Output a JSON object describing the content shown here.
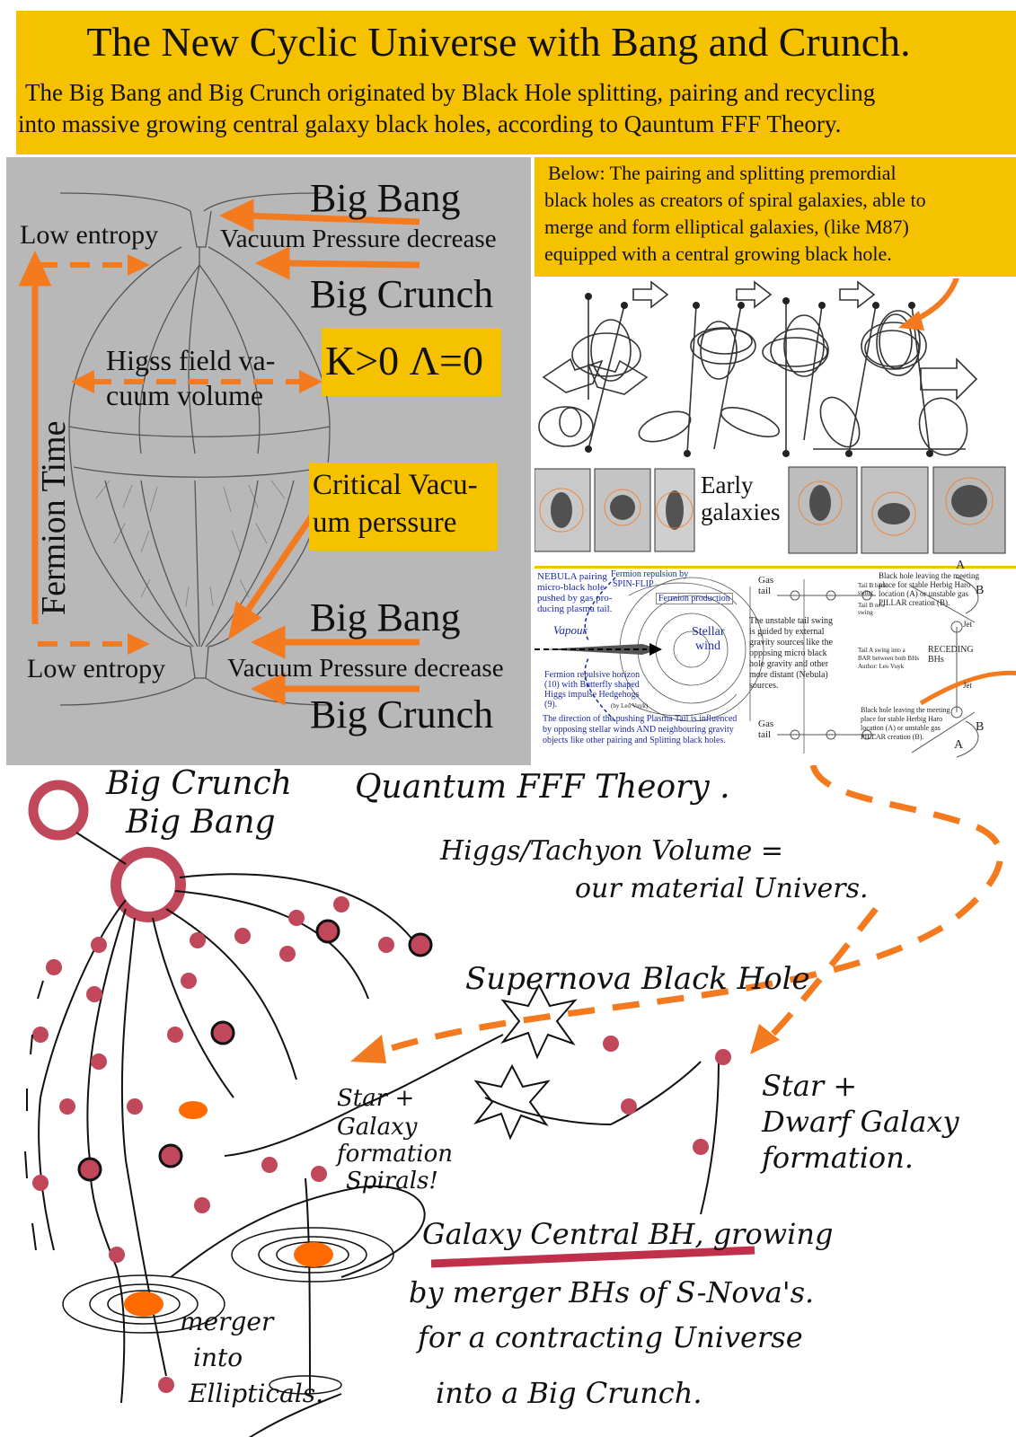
{
  "header": {
    "title": "The New Cyclic Universe with Bang and Crunch.",
    "subtitle_line1": "The Big Bang and Big Crunch originated by Black Hole splitting, pairing and recycling",
    "subtitle_line2": "into massive growing central galaxy black holes, according to Qauntum FFF Theory."
  },
  "left_panel": {
    "big_bang_top": "Big Bang",
    "low_entropy_top": "Low entropy",
    "vacuum_top": "Vacuum Pressure decrease",
    "big_crunch_top": "Big Crunch",
    "higgs_line1": "Higss field va-",
    "higgs_line2": "cuum volume",
    "k_label": "K>0 Λ=0",
    "fermion_time": "Fermion Time",
    "critical_line1": "Critical Vacu-",
    "critical_line2": "um perssure",
    "big_bang_bottom": "Big Bang",
    "low_entropy_bottom": "Low entropy",
    "vacuum_bottom": "Vacuum Pressure decrease",
    "big_crunch_bottom": "Big Crunch"
  },
  "right_top": {
    "below_line1": "Below: The pairing and splitting premordial",
    "below_line2": "black holes as creators of spiral galaxies, able to",
    "below_line3": "merge and form elliptical galaxies, (like M87)",
    "below_line4": "equipped with a central growing black hole.",
    "early_line1": "Early",
    "early_line2": "galaxies"
  },
  "right_bottom": {
    "nebula_1": "NEBULA pairing",
    "nebula_2": "micro-black hole",
    "nebula_3": "pushed by gas pro-",
    "nebula_4": "ducing plasma tail.",
    "fermion_rep_1": "Fermion repulsion by",
    "fermion_rep_2": "SPIN-FLIP",
    "fermion_prod": "Fermion production",
    "vapour": "Vapour",
    "stellar_1": "Stellar",
    "stellar_2": "wind",
    "horizon_1": "Fermion repulsive horizon",
    "horizon_2": "(10) with Butterfly shaped",
    "horizon_3": "Higgs impulse Hedgehogs",
    "horizon_4": "(9).",
    "by_leo": "(by Leo Vuyk)",
    "direction_1": "The direction of the pushing Plasma Tail is influenced",
    "direction_2": "by opposing stellar winds AND neighbouring gravity",
    "direction_3": "objects like other pairing and Splitting black holes.",
    "gas_tail": "Gas tail",
    "tail_b_back": "Tail B back swing",
    "tail_b_new": "Tail B new swing",
    "bh_meeting_1": "Black hole leaving the meeting",
    "bh_meeting_2": "place for stable Herbig Haro",
    "bh_meeting_3": "location (A) or unstable gas",
    "bh_meeting_4": "PILLAR creation (B).",
    "label_a": "A",
    "label_b": "B",
    "unstable_1": "The unstable tail swing",
    "unstable_2": "is guided by external",
    "unstable_3": "gravity sources like the",
    "unstable_4": "opposing micro black",
    "unstable_5": "hole gravity and other",
    "unstable_6": "more distant (Nebula)",
    "unstable_7": "sources.",
    "jet": "Jet",
    "receding_1": "RECEDING",
    "receding_2": "BHs",
    "tail_a_1": "Tail A swing into a",
    "tail_a_2": "BAR between both BHs",
    "tail_a_3": "Author: Leo Vuyk",
    "bh_meeting2_1": "Black hole leaving the meeting",
    "bh_meeting2_2": "place for stable Herbig Haro",
    "bh_meeting2_3": "location (A) or unstable gas",
    "bh_meeting2_4": "PILLAR creation (B)."
  },
  "sketch": {
    "big_crunch": "Big Crunch",
    "big_bang": "Big Bang",
    "quantum": "Quantum FFF Theory .",
    "higgs_1": "Higgs/Tachyon Volume =",
    "higgs_2": "our material Univers.",
    "supernova": "Supernova Black Hole",
    "star_1": "Star +",
    "star_2": "Galaxy",
    "star_3": "formation",
    "star_4": "Spirals!",
    "dwarf_1": "Star +",
    "dwarf_2": "Dwarf Galaxy",
    "dwarf_3": "formation.",
    "central_1": "Galaxy Central BH, growing",
    "central_2": "by merger BHs of S-Nova's.",
    "central_3": "for a contracting Universe",
    "central_4": "into a Big Crunch.",
    "merger_1": "merger",
    "merger_2": "into",
    "merger_3": "Ellipticals."
  },
  "colors": {
    "yellow": "#f6c200",
    "orange": "#f47a20",
    "red_dot": "#c0485a",
    "orange_dot": "#ff6a00"
  }
}
